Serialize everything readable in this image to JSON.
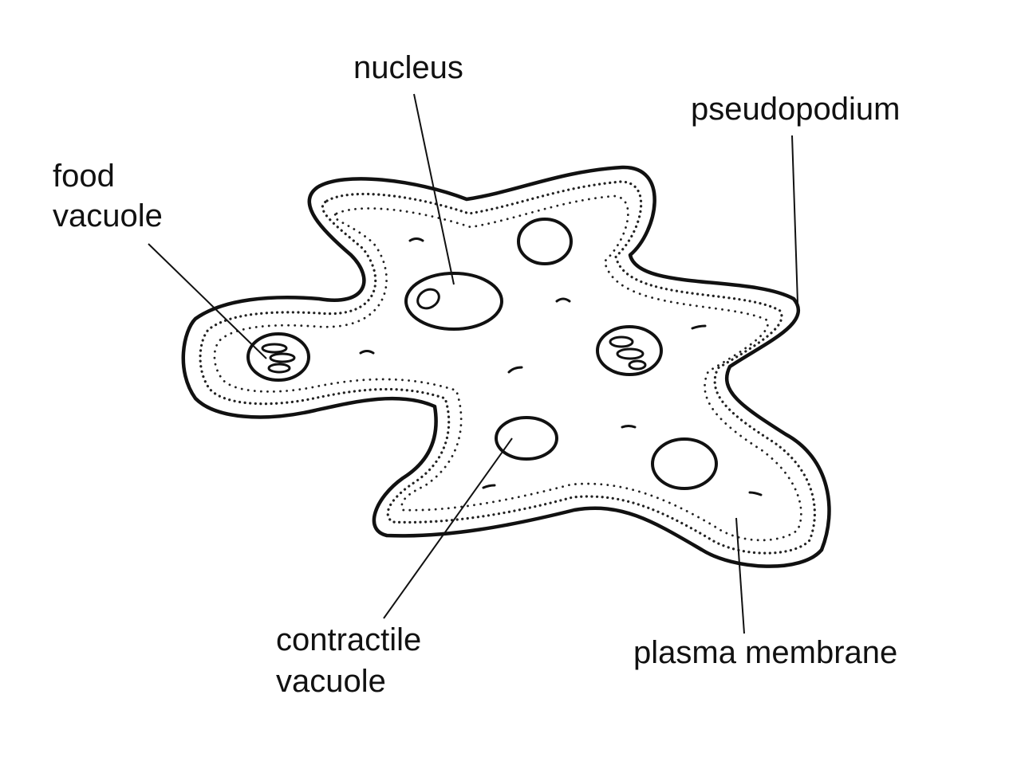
{
  "labels": {
    "nucleus": "nucleus",
    "pseudopodium": "pseudopodium",
    "food_vacuole_line1": "food",
    "food_vacuole_line2": "vacuole",
    "contractile_vacuole_line1": "contractile",
    "contractile_vacuole_line2": "vacuole",
    "plasma_membrane": "plasma membrane"
  },
  "colors": {
    "ink": "#111111",
    "background": "#ffffff"
  }
}
